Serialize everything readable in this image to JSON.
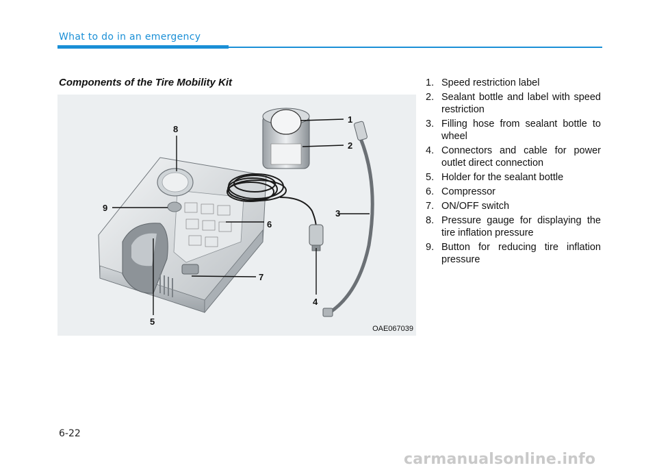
{
  "header": {
    "section_title": "What to do in an emergency"
  },
  "figure": {
    "caption": "Components of the Tire Mobility Kit",
    "code": "OAE067039",
    "callouts": [
      "1",
      "2",
      "3",
      "4",
      "5",
      "6",
      "7",
      "8",
      "9"
    ]
  },
  "legend": {
    "items": [
      {
        "num": "1.",
        "text": "Speed restriction label"
      },
      {
        "num": "2.",
        "text": "Sealant bottle and label with speed restriction"
      },
      {
        "num": "3.",
        "text": "Filling hose from sealant bottle to wheel"
      },
      {
        "num": "4.",
        "text": "Connectors and cable for power outlet direct connection"
      },
      {
        "num": "5.",
        "text": "Holder for the sealant bottle"
      },
      {
        "num": "6.",
        "text": "Compressor"
      },
      {
        "num": "7.",
        "text": "ON/OFF switch"
      },
      {
        "num": "8.",
        "text": "Pressure gauge for displaying the tire inflation pressure"
      },
      {
        "num": "9.",
        "text": "Button for reducing tire inflation pressure"
      }
    ]
  },
  "footer": {
    "page_number": "6-22",
    "watermark": "carmanualsonline.info"
  }
}
